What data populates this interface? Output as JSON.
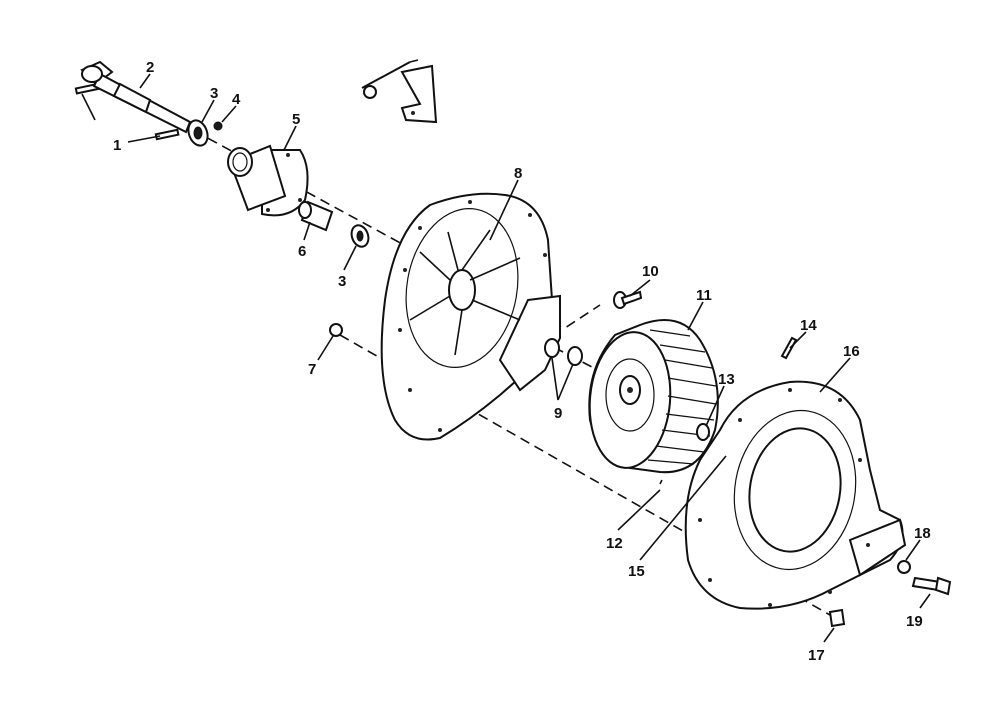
{
  "callouts": [
    {
      "id": "1",
      "text": "1"
    },
    {
      "id": "2",
      "text": "2"
    },
    {
      "id": "3a",
      "text": "3"
    },
    {
      "id": "3b",
      "text": "3"
    },
    {
      "id": "4",
      "text": "4"
    },
    {
      "id": "5",
      "text": "5"
    },
    {
      "id": "6",
      "text": "6"
    },
    {
      "id": "7",
      "text": "7"
    },
    {
      "id": "8",
      "text": "8"
    },
    {
      "id": "9",
      "text": "9"
    },
    {
      "id": "10",
      "text": "10"
    },
    {
      "id": "11",
      "text": "11"
    },
    {
      "id": "12",
      "text": "12"
    },
    {
      "id": "13",
      "text": "13"
    },
    {
      "id": "14",
      "text": "14"
    },
    {
      "id": "15",
      "text": "15"
    },
    {
      "id": "16",
      "text": "16"
    },
    {
      "id": "17",
      "text": "17"
    },
    {
      "id": "18",
      "text": "18"
    },
    {
      "id": "19",
      "text": "19"
    }
  ]
}
